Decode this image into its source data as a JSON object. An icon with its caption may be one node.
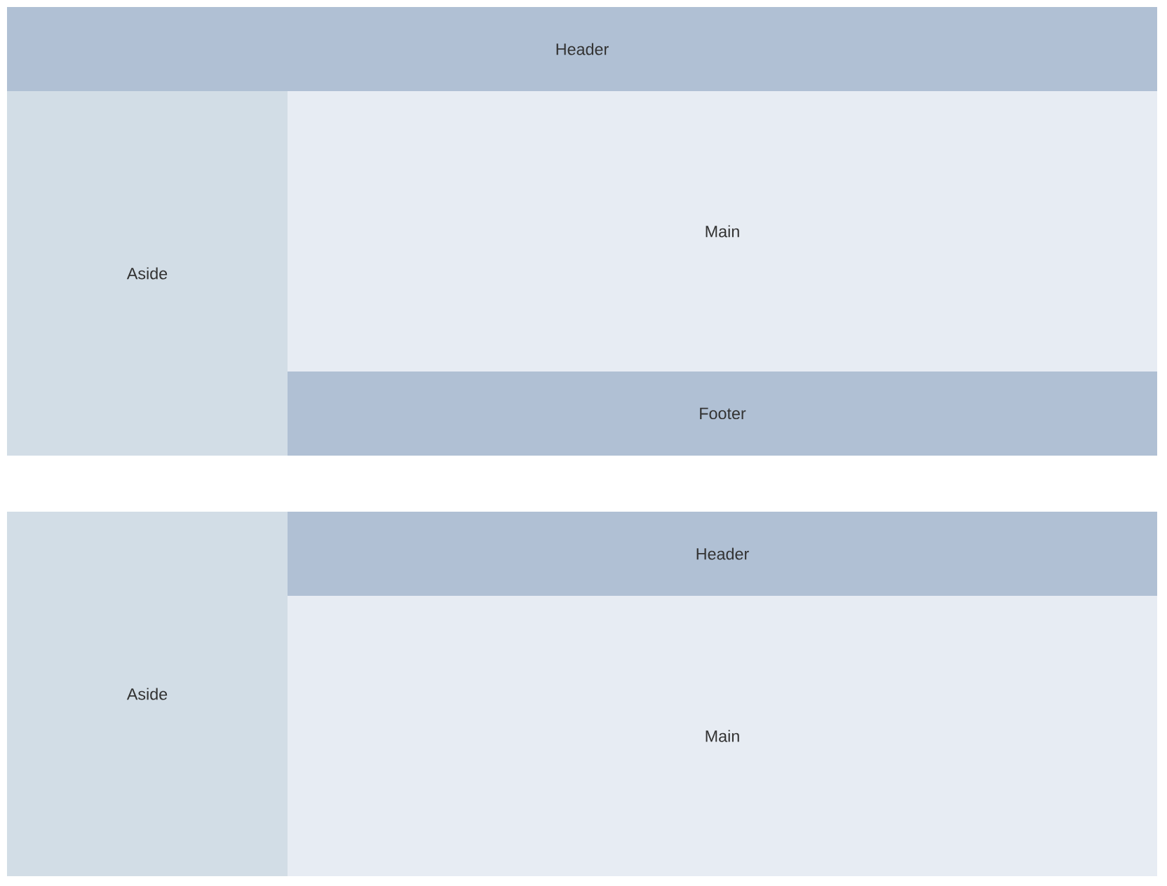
{
  "diagram": {
    "nodes": [
      {
        "text": [
          "Header"
        ]
      },
      {
        "text": [
          "Aside"
        ]
      },
      {
        "text": [
          "Main"
        ]
      },
      {
        "text": [
          "Footer"
        ]
      },
      {
        "text": [
          "Aside"
        ]
      },
      {
        "text": [
          "Header"
        ]
      },
      {
        "text": [
          "Main"
        ]
      }
    ]
  }
}
